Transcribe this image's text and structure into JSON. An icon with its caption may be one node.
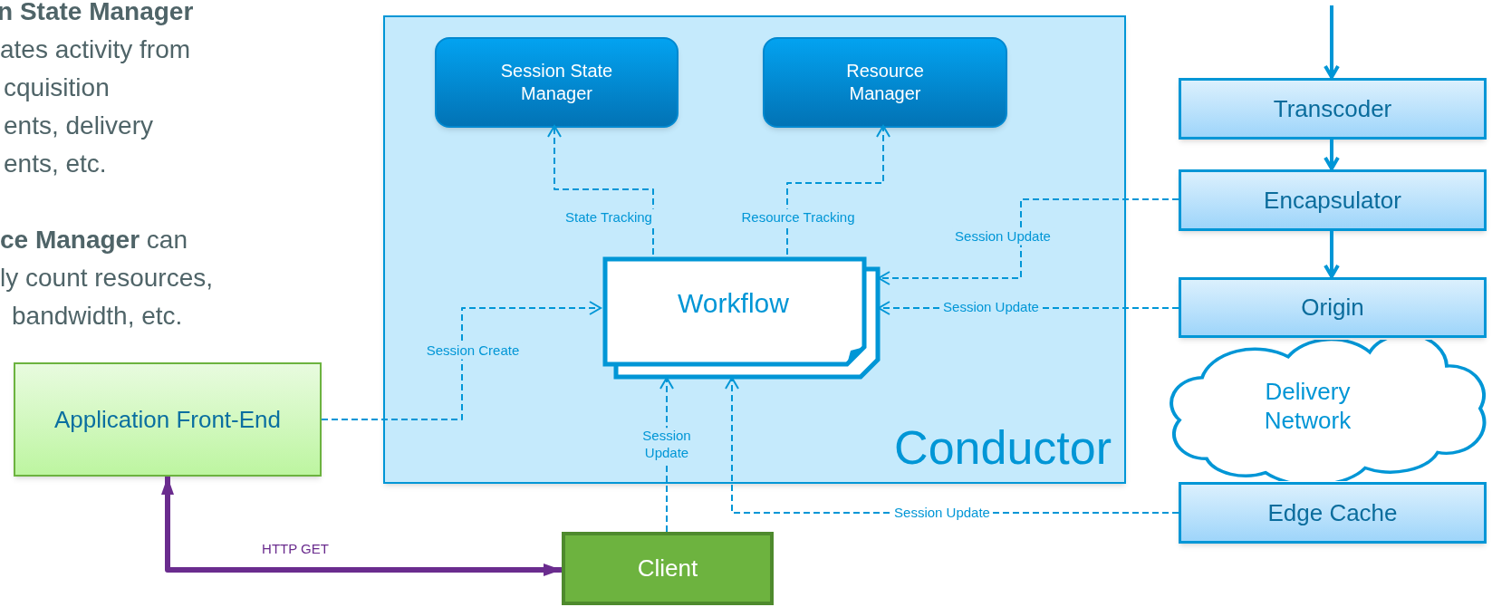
{
  "diagram": {
    "nodes": [
      {
        "text": [
          "Conductor"
        ]
      },
      {
        "text": [
          "Session State Manager"
        ],
        "in": 0
      },
      {
        "text": [
          "Resource Manager"
        ],
        "in": 0
      },
      {
        "text": [
          "Workflow"
        ],
        "in": 0
      },
      {
        "text": [
          "Transcoder"
        ]
      },
      {
        "text": [
          "Encapsulator"
        ]
      },
      {
        "text": [
          "Origin"
        ]
      },
      {
        "text": [
          "Delivery Network"
        ]
      },
      {
        "text": [
          "Edge Cache"
        ]
      },
      {
        "text": [
          "Application Front-End"
        ]
      },
      {
        "text": [
          "Client"
        ]
      }
    ],
    "edges": [
      {
        "from": 3,
        "to": 1,
        "arrow": "to",
        "label": "State Tracking",
        "style": "dashed"
      },
      {
        "from": 3,
        "to": 2,
        "arrow": "to",
        "label": "Resource Tracking",
        "style": "dashed"
      },
      {
        "from": 5,
        "to": 3,
        "arrow": "to",
        "label": "Session Update",
        "style": "dashed"
      },
      {
        "from": 6,
        "to": 3,
        "arrow": "to",
        "label": "Session Update",
        "style": "dashed"
      },
      {
        "from": 10,
        "to": 3,
        "arrow": "to",
        "label": "Session Update",
        "style": "dashed"
      },
      {
        "from": 8,
        "to": 3,
        "arrow": "to",
        "label": "Session Update",
        "style": "dashed"
      },
      {
        "from": 9,
        "to": 3,
        "arrow": "to",
        "label": "Session Create",
        "style": "dashed"
      },
      {
        "from": 4,
        "to": 5,
        "arrow": "to"
      },
      {
        "from": 5,
        "to": 6,
        "arrow": "to"
      },
      {
        "from": null,
        "to": 4,
        "arrow": "to"
      },
      {
        "from": 9,
        "to": 10,
        "arrow": "both",
        "label": "HTTP GET",
        "style": "thick",
        "color": "#6a2c8e"
      }
    ],
    "labels": [
      "**n State Manager**",
      "ates activity from",
      "cquisition",
      "ents, delivery",
      "ents, etc.",
      "**ce Manager** can",
      "ly count resources,",
      "bandwidth, etc."
    ]
  }
}
